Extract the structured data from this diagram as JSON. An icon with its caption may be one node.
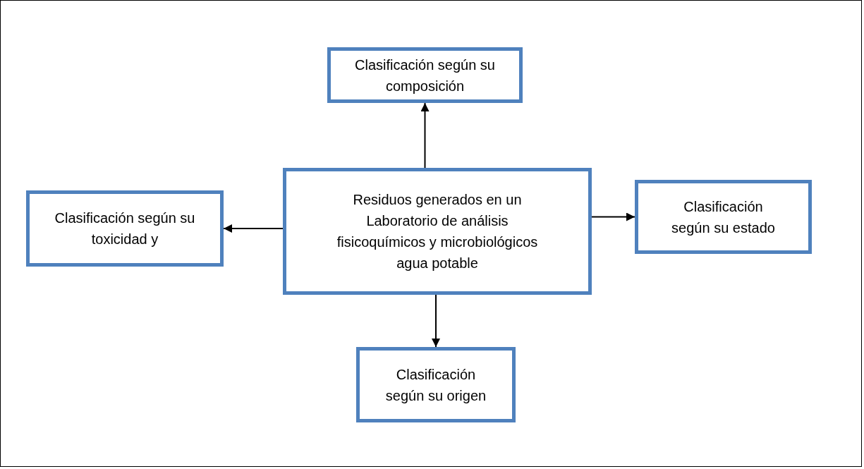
{
  "diagram": {
    "nodes": [
      {
        "text": [
          "Clasificación según su composición"
        ]
      },
      {
        "text": [
          "Clasificación según su toxicidad y"
        ]
      },
      {
        "text": [
          "Residuos generados en un Laboratorio de análisis fisicoquímicos y microbiológicos agua potable"
        ]
      },
      {
        "text": [
          "Clasificación según su estado"
        ]
      },
      {
        "text": [
          "Clasificación según su origen"
        ]
      }
    ],
    "edges": [
      {
        "from": 2,
        "to": 0,
        "arrow": "to"
      },
      {
        "from": 2,
        "to": 1,
        "arrow": "to"
      },
      {
        "from": 2,
        "to": 3,
        "arrow": "to"
      },
      {
        "from": 2,
        "to": 4,
        "arrow": "to"
      }
    ]
  }
}
